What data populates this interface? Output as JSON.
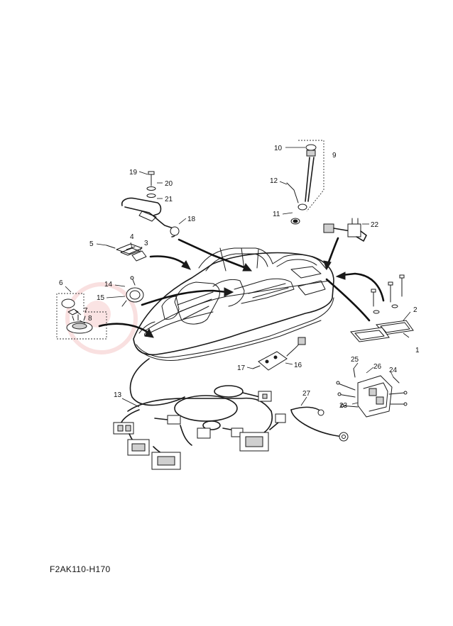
{
  "diagram_code": "F2AK110-H170",
  "callouts": [
    "1",
    "2",
    "3",
    "4",
    "5",
    "6",
    "7",
    "8",
    "9",
    "10",
    "11",
    "12",
    "13",
    "14",
    "15",
    "16",
    "17",
    "18",
    "19",
    "20",
    "21",
    "22",
    "23",
    "24",
    "25",
    "26",
    "27"
  ],
  "colors": {
    "line": "#1a1a1a",
    "background": "#ffffff",
    "watermark": "#dc3c3c"
  },
  "watermark_icon": "circle-logo-icon"
}
